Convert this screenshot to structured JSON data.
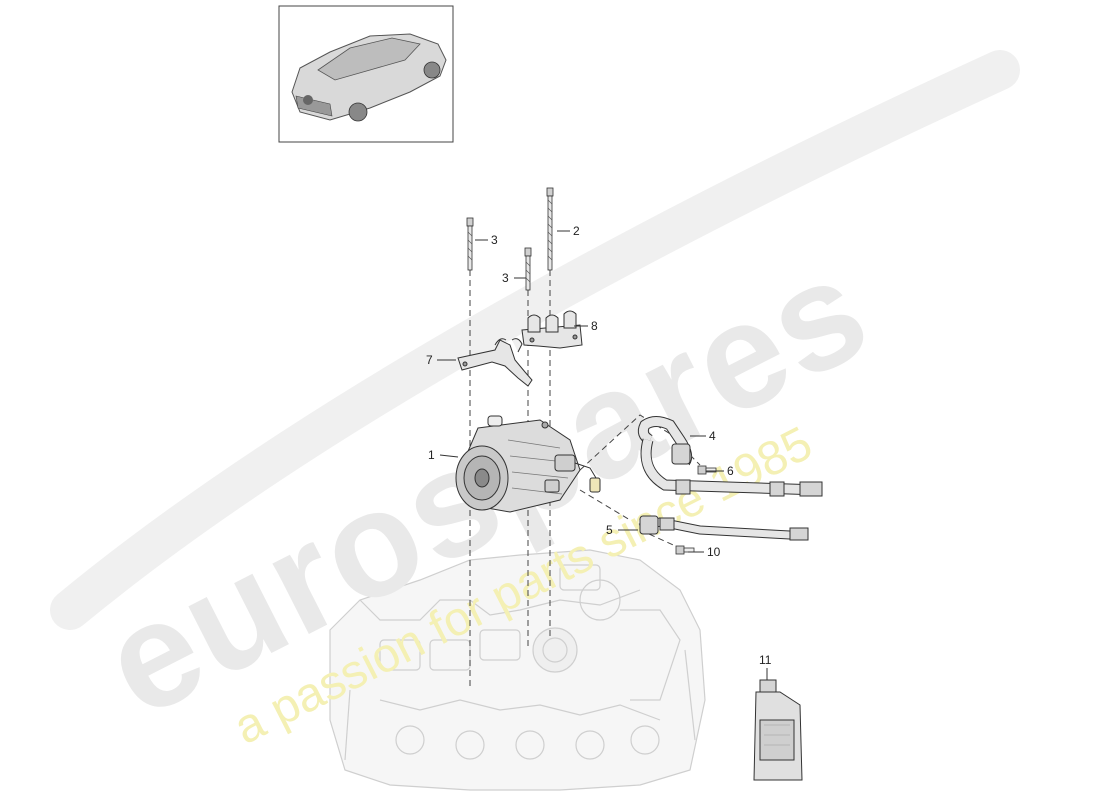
{
  "watermark": {
    "brand": "eurospares",
    "tagline": "a passion for parts since 1985"
  },
  "callouts": [
    {
      "id": "c1",
      "label": "1"
    },
    {
      "id": "c2",
      "label": "2"
    },
    {
      "id": "c3a",
      "label": "3"
    },
    {
      "id": "c3b",
      "label": "3"
    },
    {
      "id": "c4",
      "label": "4"
    },
    {
      "id": "c5",
      "label": "5"
    },
    {
      "id": "c6",
      "label": "6"
    },
    {
      "id": "c7",
      "label": "7"
    },
    {
      "id": "c8",
      "label": "8"
    },
    {
      "id": "c10",
      "label": "10"
    },
    {
      "id": "c11",
      "label": "11"
    }
  ],
  "colors": {
    "line": "#333333",
    "part_fill": "#e6e6e6",
    "ghost_engine": "#c8c8c8",
    "watermark_grey": "#e9e9e9",
    "watermark_yellow": "#f4f0b4"
  },
  "icons": {
    "thumbnail": "car-thumbnail-icon",
    "compressor": "ac-compressor-icon",
    "oil_bottle": "oil-bottle-icon"
  }
}
